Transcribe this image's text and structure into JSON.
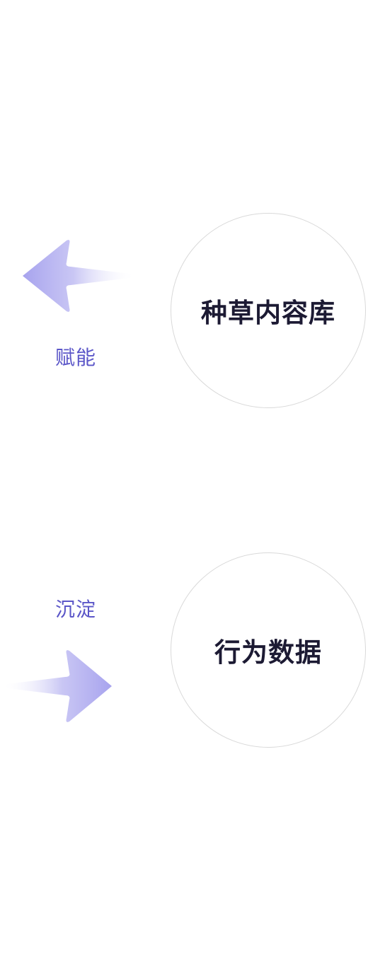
{
  "nodes": {
    "top": {
      "label": "种草内容库"
    },
    "bottom": {
      "label": "行为数据"
    }
  },
  "edges": {
    "top": {
      "label": "赋能",
      "direction": "left"
    },
    "bottom": {
      "label": "沉淀",
      "direction": "right"
    }
  },
  "colors": {
    "arrow": "#a7a3ee",
    "edge_label": "#5b56c8",
    "node_border": "#d9d9d9",
    "node_text": "#1c1a33"
  }
}
